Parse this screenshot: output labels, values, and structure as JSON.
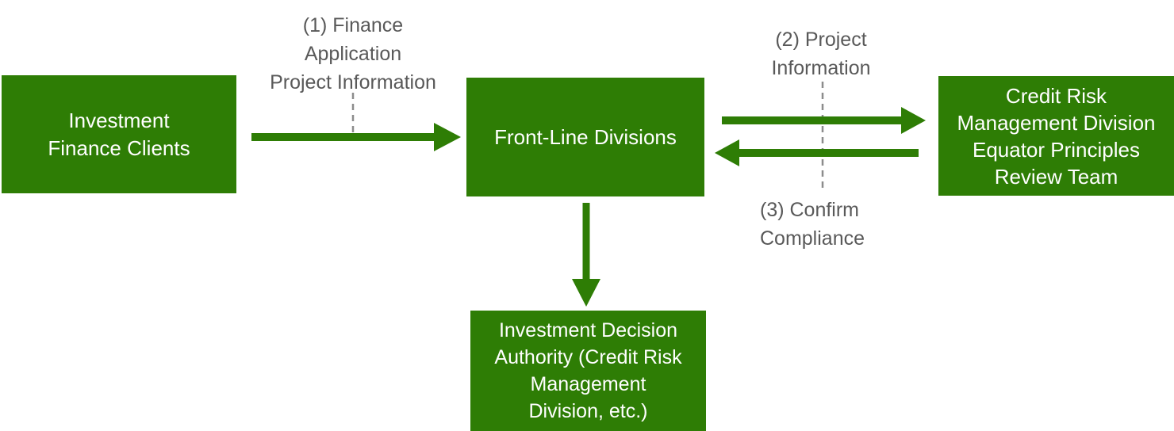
{
  "colors": {
    "box-green": "#2e7d05",
    "arrow-green": "#2e7d05",
    "label-gray": "#595959",
    "dash-gray": "#8c8c8c",
    "box-text": "#ffffff",
    "background": "#ffffff"
  },
  "nodes": {
    "clients": {
      "label": "Investment\nFinance Clients"
    },
    "front_line": {
      "label": "Front-Line Divisions"
    },
    "credit_risk": {
      "label": "Credit Risk\nManagement Division\nEquator Principles\nReview Team"
    },
    "authority": {
      "label": "Investment Decision\nAuthority (Credit Risk\nManagement\nDivision, etc.)"
    }
  },
  "flow_labels": {
    "step1": "(1) Finance\nApplication\nProject Information",
    "step2": "(2) Project\nInformation",
    "step3": "(3) Confirm\nCompliance"
  }
}
